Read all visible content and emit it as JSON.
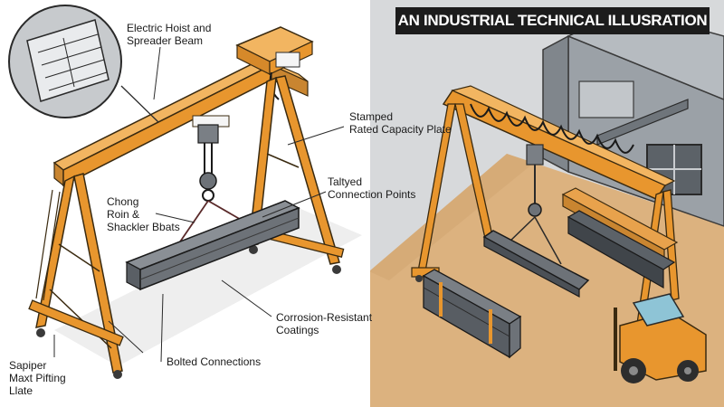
{
  "banner_title": "AN INDUSTRIAL TECHNICAL ILLUSRATION",
  "callouts": {
    "hoist_line1": "Electric Hoist and",
    "hoist_line2": "Spreader Beam",
    "plate_line1": "Stamped",
    "plate_line2": "Rated Capacity Plate",
    "chain_line1": "Chong",
    "chain_line2": "Roin &",
    "chain_line3": "Shackler Bbats",
    "points_line1": "Taltyed",
    "points_line2": "Connection Points",
    "coat_line1": "Corrosion-Resistant",
    "coat_line2": "Coatings",
    "bolted": "Bolted Connections",
    "base_line1": "Sapiper",
    "base_line2": "Maxt Pifting",
    "base_line3": "Llate"
  },
  "colors": {
    "frame": "#e8962e",
    "frame_dark": "#b86a14",
    "steel": "#6d7278",
    "ground": "#d9b07e",
    "sky": "#d6d8da",
    "building": "#9aa0a6"
  }
}
